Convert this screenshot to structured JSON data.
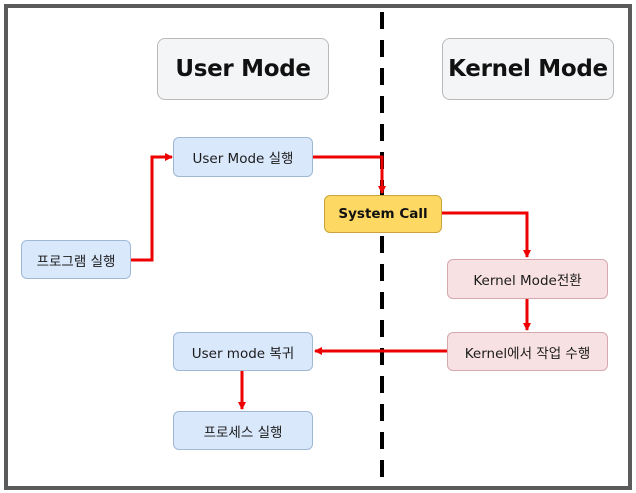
{
  "headers": {
    "user_mode": "User Mode",
    "kernel_mode": "Kernel Mode"
  },
  "nodes": {
    "program_run": "프로그램 실행",
    "user_mode_run": "User Mode 실행",
    "system_call": "System Call",
    "kernel_mode_switch": "Kernel Mode전환",
    "kernel_task": "Kernel에서 작업 수행",
    "user_mode_return": "User mode 복귀",
    "process_run": "프로세스 실행"
  },
  "colors": {
    "arrow": "#ee0000",
    "divider": "#000000",
    "blue_fill": "#dae8fc",
    "pink_fill": "#f8e1e3",
    "yellow_fill": "#fdd863"
  }
}
